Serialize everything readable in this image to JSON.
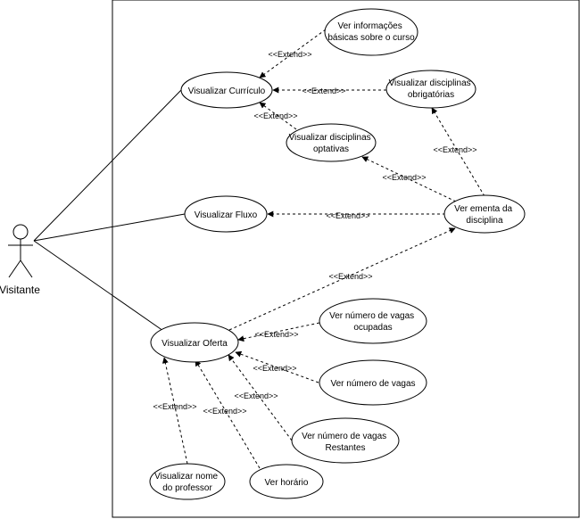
{
  "actor": {
    "label": "Visitante"
  },
  "use_cases": {
    "curriculo": [
      "Visualizar Currículo"
    ],
    "info_basicas": [
      "Ver informações",
      "básicas sobre o curso"
    ],
    "obrigatorias": [
      "Visualizar disciplinas",
      "obrigatórias"
    ],
    "optativas": [
      "Visualizar disciplinas",
      "optativas"
    ],
    "fluxo": [
      "Visualizar Fluxo"
    ],
    "ementa": [
      "Ver ementa da",
      "disciplina"
    ],
    "oferta": [
      "Visualizar Oferta"
    ],
    "vagas_ocupadas": [
      "Ver número de vagas",
      "ocupadas"
    ],
    "vagas": [
      "Ver número de vagas"
    ],
    "vagas_restantes": [
      "Ver número de vagas",
      "Restantes"
    ],
    "nome_professor": [
      "Visualizar nome",
      "do professor"
    ],
    "horario": [
      "Ver horário"
    ]
  },
  "extend_label": "<<Extend>>",
  "colors": {
    "stroke": "#000000",
    "background": "#ffffff"
  }
}
